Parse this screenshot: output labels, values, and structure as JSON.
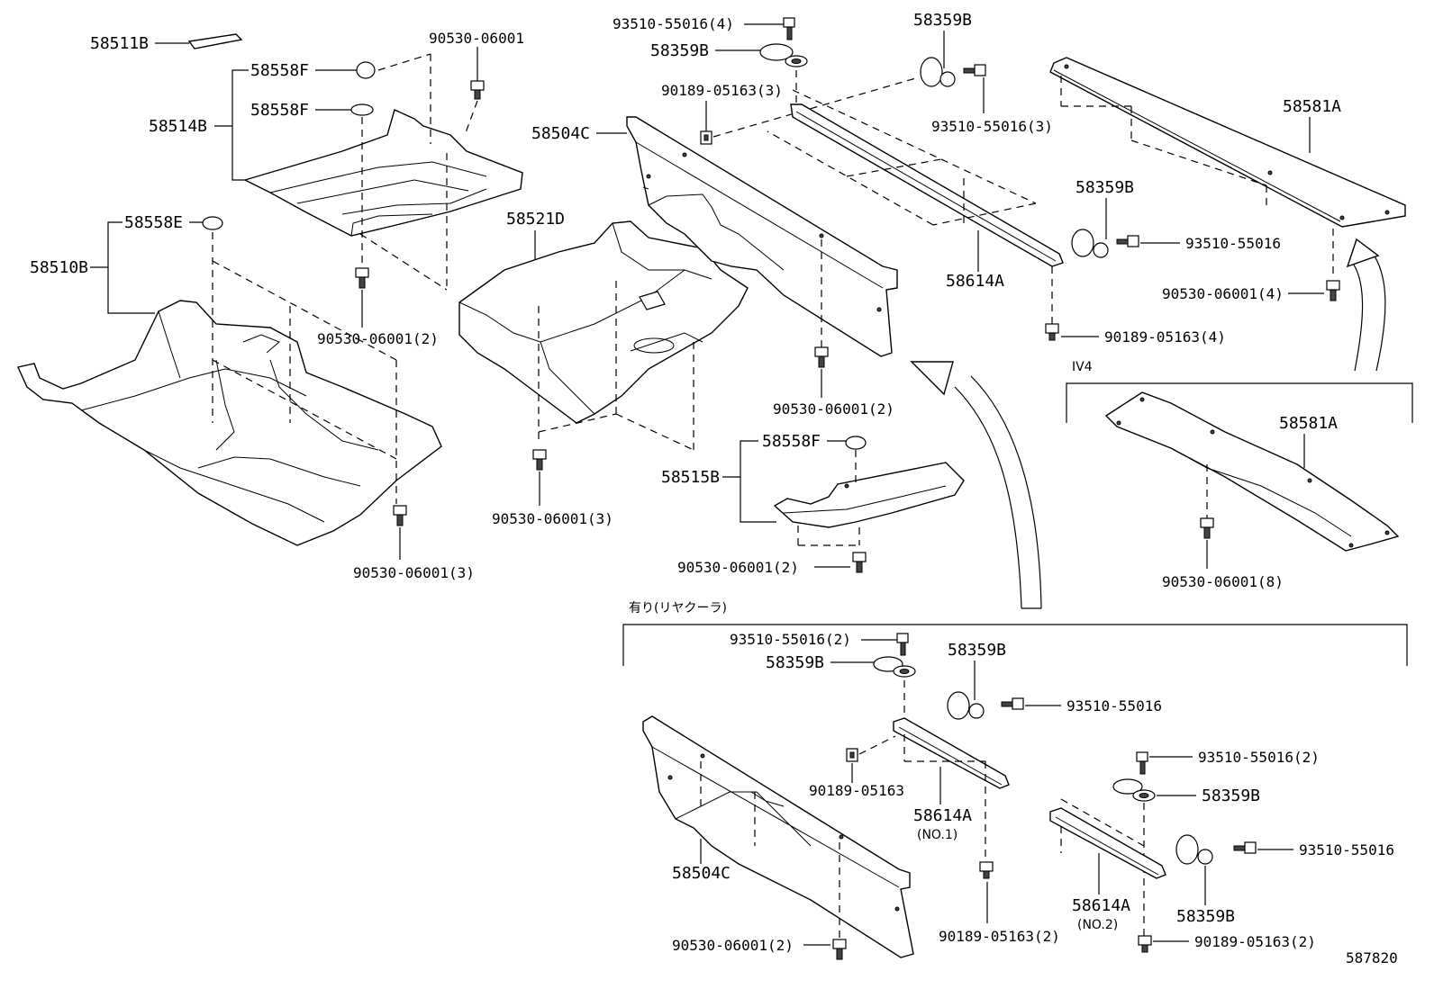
{
  "labels": {
    "p58511B": "58511B",
    "p90530_06001_a": "90530-06001",
    "p58558F_a": "58558F",
    "p58558F_b": "58558F",
    "p58514B": "58514B",
    "p58558E": "58558E",
    "p58510B": "58510B",
    "p90530_06001_2a": "90530-06001(2)",
    "p90530_06001_3a": "90530-06001(3)",
    "p58521D": "58521D",
    "p90530_06001_3b": "90530-06001(3)",
    "p93510_55016_4": "93510-55016(4)",
    "p58359B_a": "58359B",
    "p58359B_b": "58359B",
    "p90189_05163_3": "90189-05163(3)",
    "p58504C_a": "58504C",
    "p93510_55016_3": "93510-55016(3)",
    "p58581A_a": "58581A",
    "p58359B_c": "58359B",
    "p93510_55016_a": "93510-55016",
    "p58614A_a": "58614A",
    "p90530_06001_4": "90530-06001(4)",
    "p90189_05163_4": "90189-05163(4)",
    "p90530_06001_2b": "90530-06001(2)",
    "p58558F_c": "58558F",
    "p58515B": "58515B",
    "p90530_06001_2c": "90530-06001(2)",
    "section_iv4": "IV4",
    "p58581A_b": "58581A",
    "p90530_06001_8": "90530-06001(8)",
    "section_rear_cooler": "有り(リヤクーラ)",
    "p93510_55016_2a": "93510-55016(2)",
    "p58359B_d": "58359B",
    "p58359B_e": "58359B",
    "p93510_55016_b": "93510-55016",
    "p90189_05163_a": "90189-05163",
    "p58614A_b": "58614A",
    "p_no1": "(NO.1)",
    "p93510_55016_2b": "93510-55016(2)",
    "p58359B_f": "58359B",
    "p58504C_b": "58504C",
    "p93510_55016_c": "93510-55016",
    "p58614A_c": "58614A",
    "p_no2": "(NO.2)",
    "p58359B_g": "58359B",
    "p90530_06001_2d": "90530-06001(2)",
    "p90189_05163_2a": "90189-05163(2)",
    "p90189_05163_2b": "90189-05163(2)",
    "figure_code": "587820"
  }
}
